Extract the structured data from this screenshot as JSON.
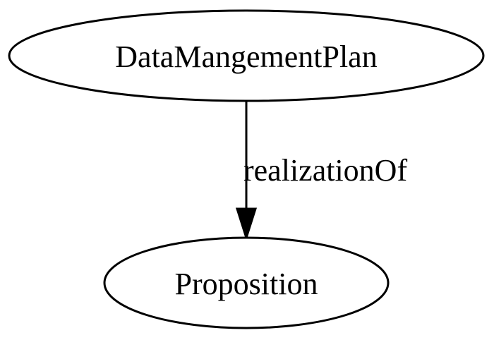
{
  "diagram": {
    "nodes": [
      {
        "id": "data-management-plan",
        "label": "DataMangementPlan"
      },
      {
        "id": "proposition",
        "label": "Proposition"
      }
    ],
    "edges": [
      {
        "from": "data-management-plan",
        "to": "proposition",
        "label": "realizationOf"
      }
    ]
  }
}
